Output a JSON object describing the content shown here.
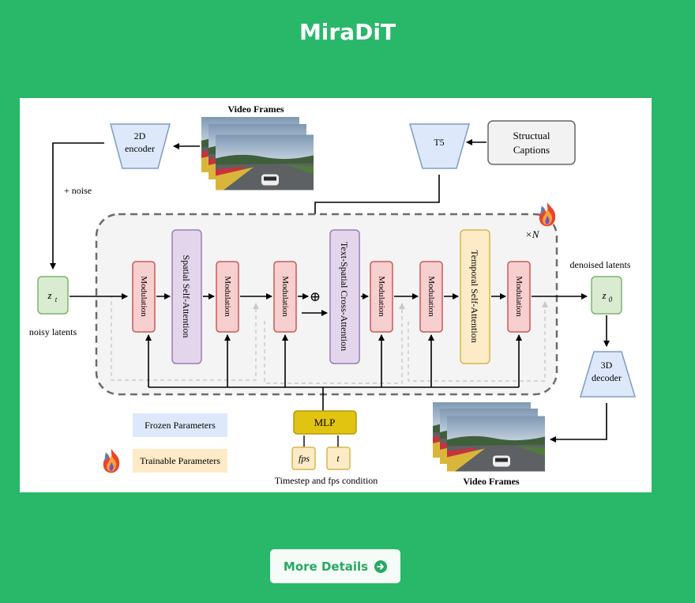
{
  "page": {
    "title": "MiraDiT"
  },
  "diagram": {
    "video_frames_top": "Video Frames",
    "video_frames_bottom": "Video Frames",
    "encoder_line1": "2D",
    "encoder_line2": "encoder",
    "decoder_line1": "3D",
    "decoder_line2": "decoder",
    "t5": "T5",
    "captions_line1": "Structual",
    "captions_line2": "Captions",
    "plus_noise": "+ noise",
    "zt": "z",
    "zt_sub": "t",
    "z0": "z",
    "z0_sub": "0",
    "noisy_latents": "noisy latents",
    "denoised_latents": "denoised latents",
    "times_n": "×N",
    "modulation": "Modulation",
    "spatial_attention": "Spatial Self-Attention",
    "cross_attention": "Text-Spatial Cross-Attention",
    "temporal_attention": "Temporal Self-Attention",
    "sum_symbol": "⊕",
    "mlp": "MLP",
    "fps": "fps",
    "t": "t",
    "condition_caption": "Timestep and fps condition",
    "legend_frozen": "Frozen Parameters",
    "legend_trainable": "Trainable Parameters"
  },
  "button": {
    "label": "More Details"
  },
  "colors": {
    "background": "#29b769",
    "frozen": "#dde9fb",
    "trainable": "#fdebc7",
    "modulation": "#f8cfcf",
    "attention": "#e3d6ec",
    "latent": "#d9ecd2",
    "mlp": "#e1c411"
  }
}
